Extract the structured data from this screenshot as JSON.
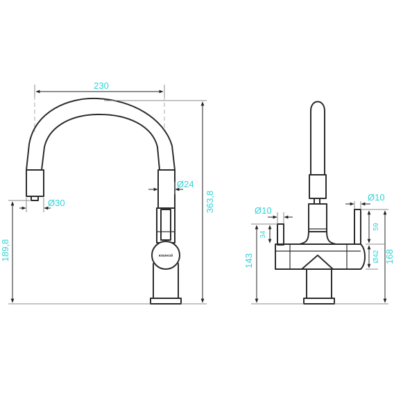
{
  "dimensions": {
    "spout_reach": "230",
    "total_height": "363,8",
    "spout_clearance": "189,8",
    "aerator_diameter": "Ø30",
    "hose_diameter": "Ø24",
    "left_lever_diameter": "Ø10",
    "right_lever_diameter": "Ø10",
    "left_lever_height": "34",
    "right_lever_height": "59",
    "body_diameter": "Ø42",
    "body_height": "143",
    "side_height": "168"
  },
  "brand_mark": "ЮКИНОЙ"
}
